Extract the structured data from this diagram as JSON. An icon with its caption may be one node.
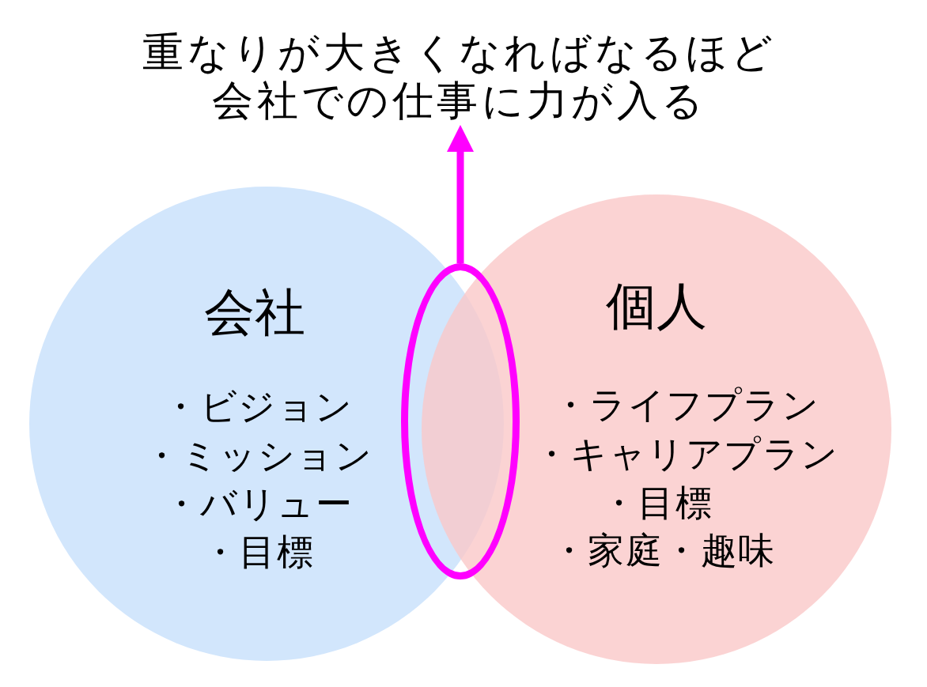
{
  "diagram": {
    "nodes": [
      {
        "text": [
          "重なりが大きくなればなるほど会社での仕事に力が入る"
        ]
      },
      {
        "text": [
          "会社",
          "・ビジョン",
          "・ミッション",
          "・バリュー",
          "・目標"
        ]
      },
      {
        "text": [],
        "shape": "ellipse"
      },
      {
        "text": [
          "個人",
          "・ライフプラン",
          "・キャリアプラン",
          "・目標",
          "・家庭・趣味"
        ]
      }
    ],
    "edges": [
      {
        "from": 2,
        "to": 0,
        "arrow": "to"
      }
    ]
  }
}
